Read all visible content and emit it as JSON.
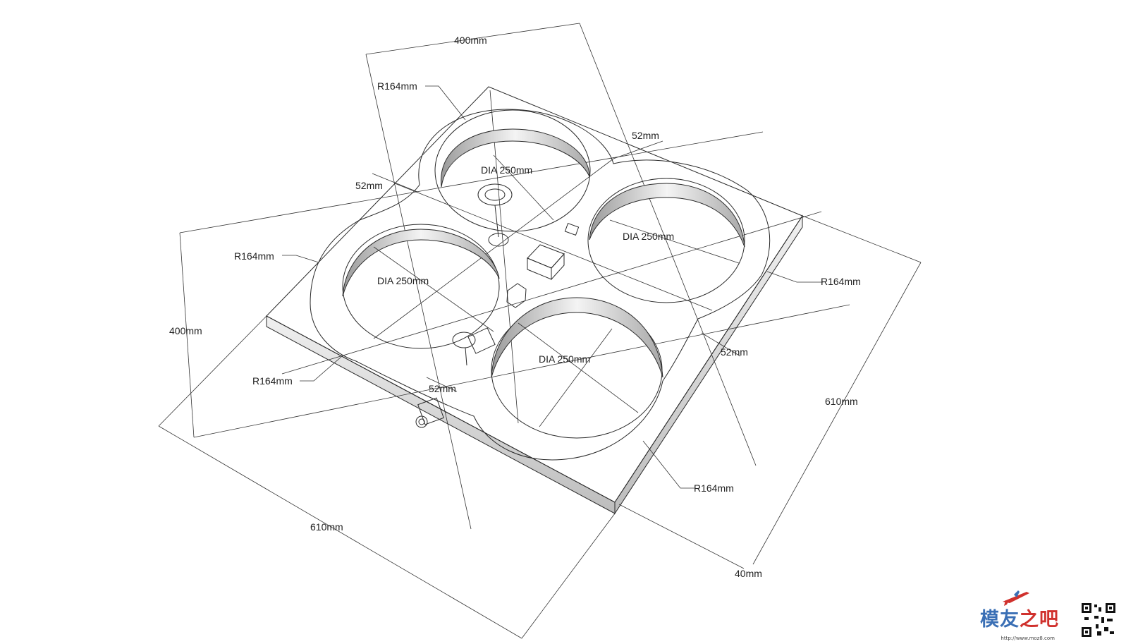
{
  "dimensions": {
    "top_width": "400mm",
    "left_height": "400mm",
    "bottom_length": "610mm",
    "right_length": "610mm",
    "thickness": "40mm"
  },
  "radius_labels": [
    "R164mm",
    "R164mm",
    "R164mm",
    "R164mm",
    "R164mm"
  ],
  "diameter_labels": [
    "DIA 250mm",
    "DIA 250mm",
    "DIA 250mm",
    "DIA 250mm"
  ],
  "gap_labels": [
    "52mm",
    "52mm",
    "52mm",
    "52mm"
  ],
  "watermark": {
    "brand_a": "模友",
    "brand_b": "之吧",
    "url": "http://www.moz8.com"
  }
}
